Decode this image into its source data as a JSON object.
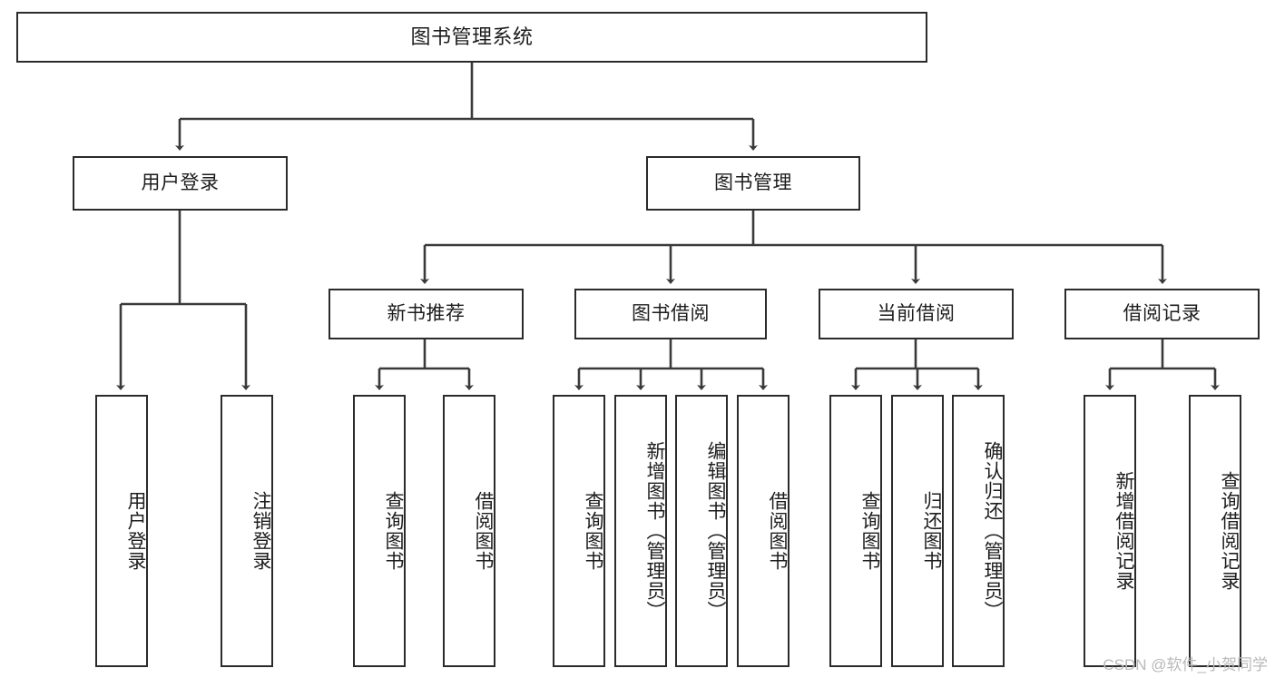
{
  "diagram": {
    "type": "tree-hierarchy",
    "title": "图书管理系统",
    "theme": {
      "background": "#ffffff",
      "box_border": "#2b2b2b",
      "box_fill": "#ffffff",
      "connector": "#3a3a3a",
      "text": "#1d1d1d",
      "watermark": "#b9b9b9"
    },
    "root": {
      "label": "图书管理系统"
    },
    "level2": [
      {
        "id": "user-login",
        "label": "用户登录"
      },
      {
        "id": "book-management",
        "label": "图书管理"
      }
    ],
    "level3": [
      {
        "id": "new-book-recommend",
        "label": "新书推荐",
        "parent": "book-management"
      },
      {
        "id": "book-borrow",
        "label": "图书借阅",
        "parent": "book-management"
      },
      {
        "id": "current-borrow",
        "label": "当前借阅",
        "parent": "book-management"
      },
      {
        "id": "borrow-record",
        "label": "借阅记录",
        "parent": "book-management"
      }
    ],
    "leaves": {
      "user-login": [
        {
          "id": "leaf-user-login",
          "label": "用户登录"
        },
        {
          "id": "leaf-logout-login",
          "label": "注销登录"
        }
      ],
      "new-book-recommend": [
        {
          "id": "leaf-query-book-1",
          "label": "查询图书"
        },
        {
          "id": "leaf-borrow-book-1",
          "label": "借阅图书"
        }
      ],
      "book-borrow": [
        {
          "id": "leaf-query-book-2",
          "label": "查询图书"
        },
        {
          "id": "leaf-add-book-admin",
          "label": "新增图书（管理员）"
        },
        {
          "id": "leaf-edit-book-admin",
          "label": "编辑图书（管理员）"
        },
        {
          "id": "leaf-borrow-book-2",
          "label": "借阅图书"
        }
      ],
      "current-borrow": [
        {
          "id": "leaf-query-book-3",
          "label": "查询图书"
        },
        {
          "id": "leaf-return-book",
          "label": "归还图书"
        },
        {
          "id": "leaf-confirm-return-admin",
          "label": "确认归还（管理员）"
        }
      ],
      "borrow-record": [
        {
          "id": "leaf-add-borrow-record",
          "label": "新增借阅记录"
        },
        {
          "id": "leaf-query-borrow-record",
          "label": "查询借阅记录"
        }
      ]
    },
    "watermark": "CSDN @软件_小贺同学"
  }
}
